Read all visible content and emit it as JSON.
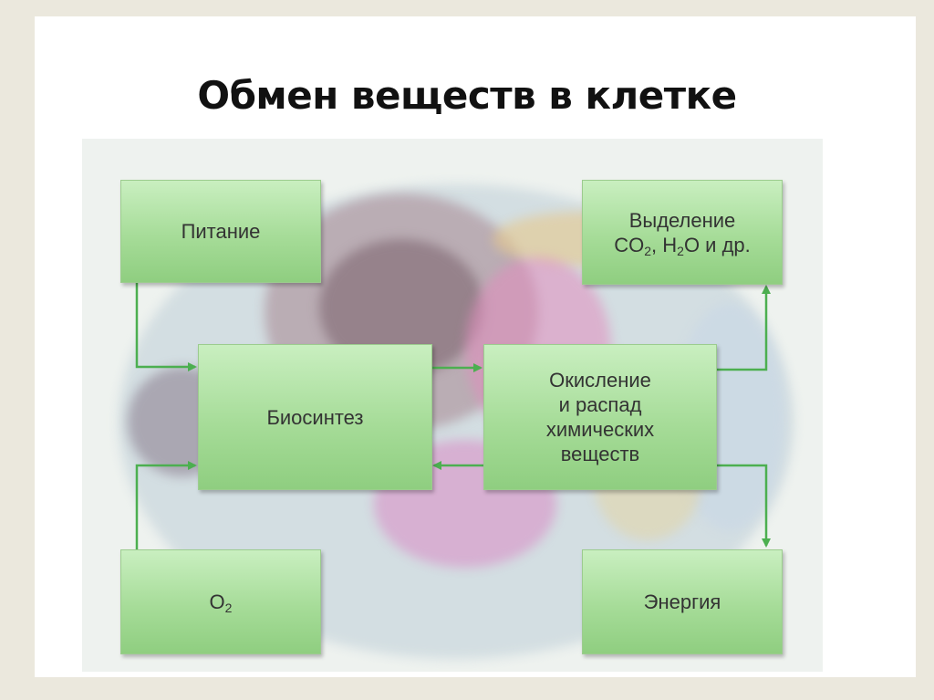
{
  "title": "Обмен веществ в клетке",
  "boxes": {
    "nutrition": "Питание",
    "excretion_line1": "Выделение",
    "excretion_co": "CO",
    "excretion_sub1": "2",
    "excretion_h": ", H",
    "excretion_sub2": "2",
    "excretion_rest": "O и др.",
    "biosynthesis": "Биосинтез",
    "oxidation_lines": [
      "Окисление",
      "и распад",
      "химических",
      "веществ"
    ],
    "oxygen_o": "O",
    "oxygen_sub": "2",
    "energy": "Энергия"
  },
  "colors": {
    "box": "#a6dc98",
    "arrow": "#4caf50"
  }
}
